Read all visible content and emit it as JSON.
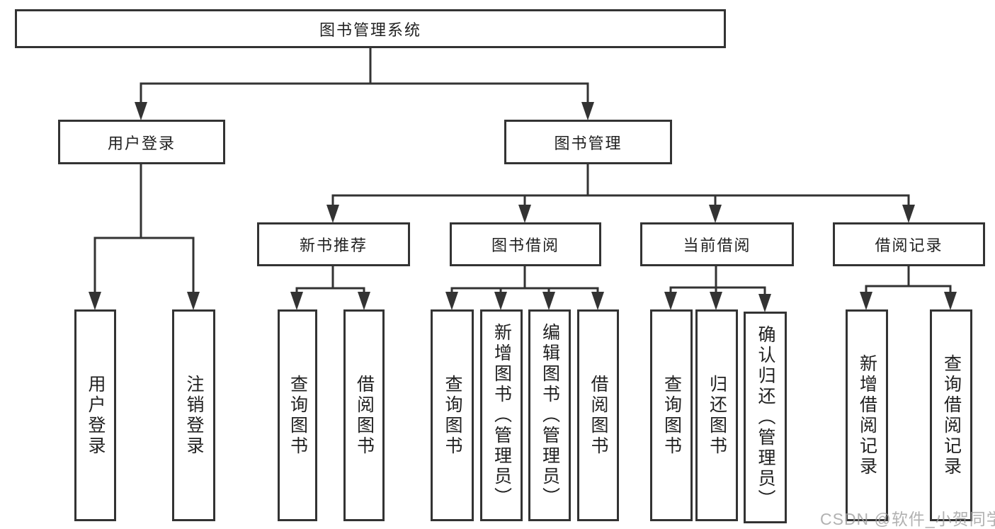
{
  "diagram": {
    "root": "图书管理系统",
    "level2": {
      "user_login": "用户登录",
      "book_mgmt": "图书管理"
    },
    "level3": {
      "new_books": "新书推荐",
      "book_borrow": "图书借阅",
      "current_borrow": "当前借阅",
      "borrow_records": "借阅记录"
    },
    "leaves": {
      "user_login": [
        "用户登录",
        "注销登录"
      ],
      "new_books": [
        "查询图书",
        "借阅图书"
      ],
      "book_borrow": [
        "查询图书",
        "新增图书（管理员）",
        "编辑图书（管理员）",
        "借阅图书"
      ],
      "current_borrow": [
        "查询图书",
        "归还图书",
        "确认归还（管理员）"
      ],
      "borrow_records": [
        "新增借阅记录",
        "查询借阅记录"
      ]
    }
  },
  "watermark": "CSDN @软件_小贺同学",
  "colors": {
    "line": "#333333",
    "text": "#212121",
    "watermark": "#9e9e9e",
    "background": "#ffffff"
  }
}
